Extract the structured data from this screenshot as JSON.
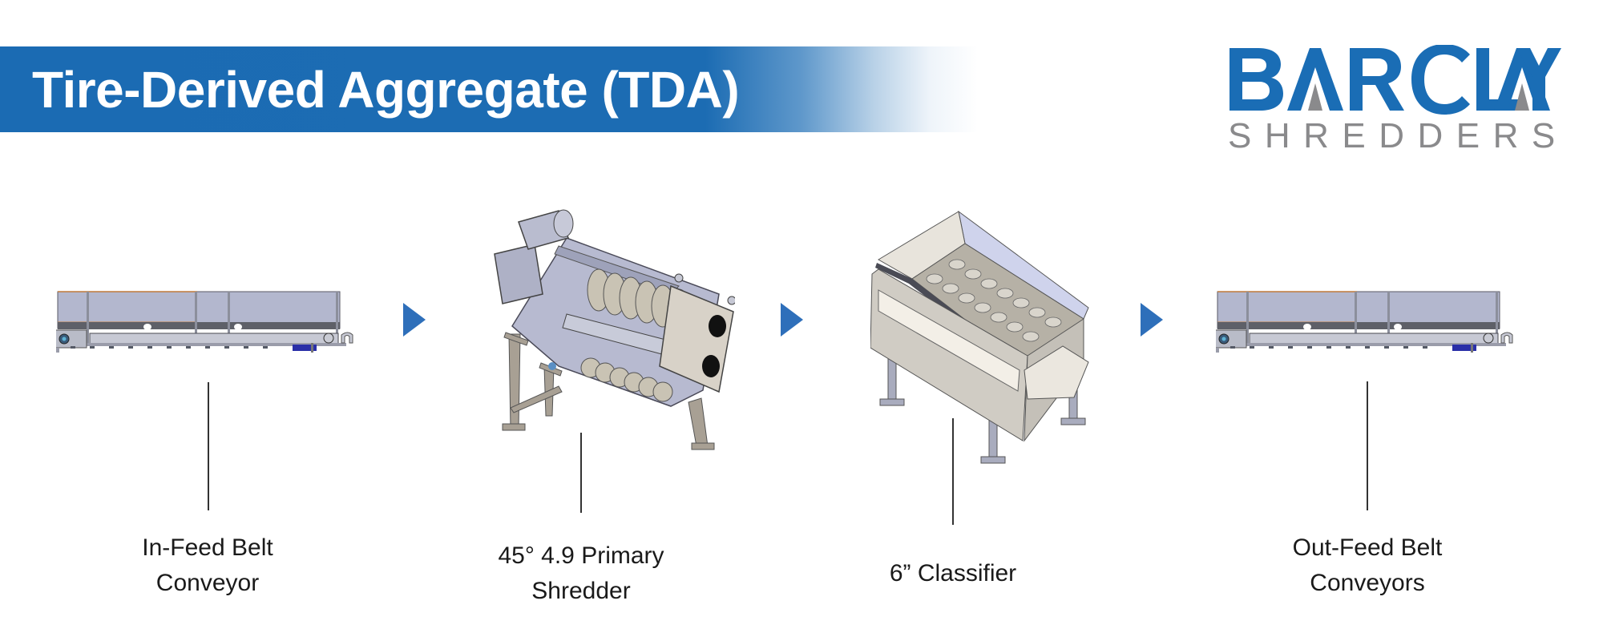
{
  "header": {
    "title": "Tire-Derived Aggregate (TDA)",
    "bar_color": "#1b6bb3"
  },
  "logo": {
    "brand": "BARCLAY",
    "sub": "SHREDDERS",
    "brand_color": "#1a6db5",
    "sub_color": "#8a8a8c"
  },
  "process": {
    "arrow_color": "#2e6fba",
    "stages": [
      {
        "id": "in-feed",
        "icon": "belt-conveyor-icon",
        "label_lines": [
          "In-Feed Belt",
          "Conveyor"
        ]
      },
      {
        "id": "primary-shredder",
        "icon": "primary-shredder-icon",
        "label_lines": [
          "45° 4.9 Primary",
          "Shredder"
        ]
      },
      {
        "id": "classifier",
        "icon": "classifier-icon",
        "label_lines": [
          "6” Classifier"
        ]
      },
      {
        "id": "out-feed",
        "icon": "belt-conveyor-icon",
        "label_lines": [
          "Out-Feed Belt",
          "Conveyors"
        ]
      }
    ]
  }
}
